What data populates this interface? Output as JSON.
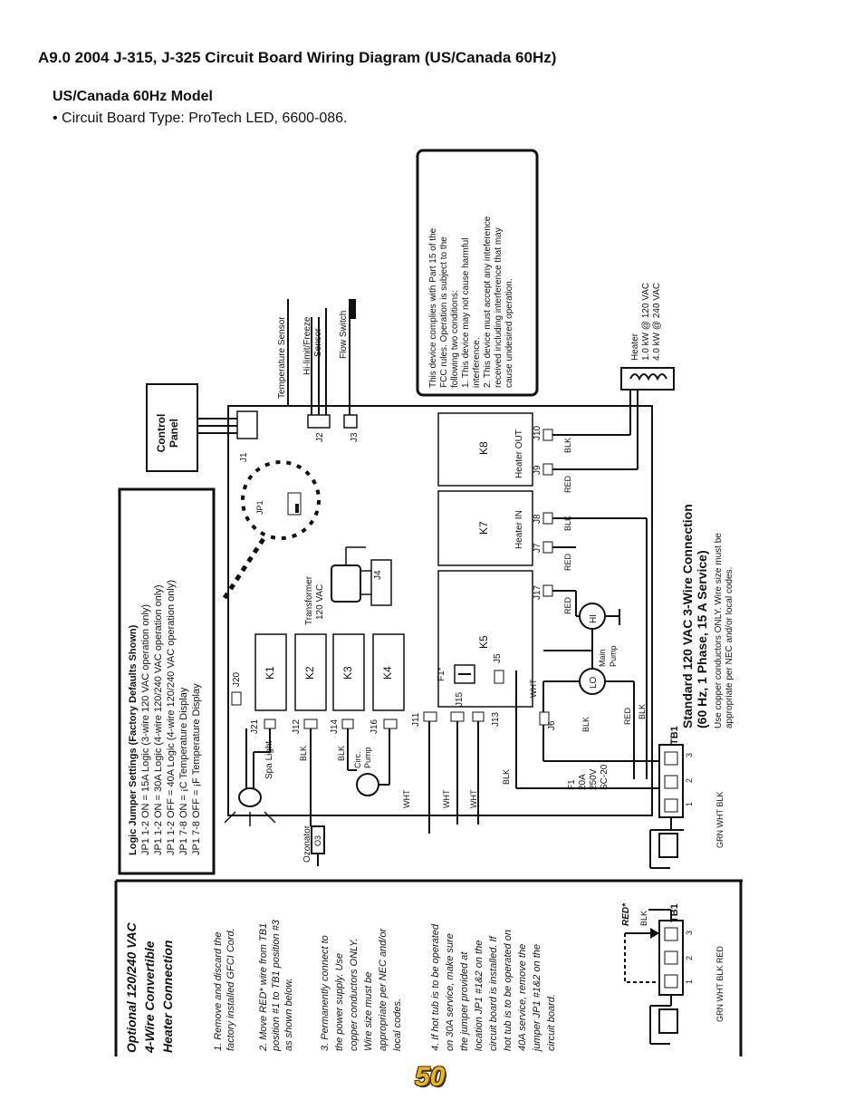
{
  "header": {
    "title": "A9.0 2004 J-315, J-325 Circuit Board Wiring Diagram (US/Canada 60Hz)",
    "model": "US/Canada 60Hz Model",
    "bullet": "•  Circuit Board Type: ProTech LED, 6600-086."
  },
  "fcc": {
    "lines": [
      "This device complies with Part 15 of the",
      "FCC rules.  Operation is subject to the",
      "following two conditions:",
      "1.  This device may not cause harmful",
      "     interference.",
      "2.  This device must accept any inteference",
      "     received including interference that may",
      "     cause undesired operation."
    ]
  },
  "jumper": {
    "title": "Logic Jumper Settings (Factory Defaults Shown)",
    "lines": [
      "JP1 1-2 ON    = 15A Logic (3-wire 120 VAC operation only)",
      "JP1 1-2 ON    = 30A Logic (4-wire 120/240 VAC operation only)",
      "JP1 1-2 OFF  = 40A Logic (4-wire 120/240 VAC operation only)",
      "JP1 7-8 ON    = ¡C Temperature Display",
      "JP1 7-8 OFF  = ¡F Temperature Display"
    ]
  },
  "labels": {
    "control_panel": [
      "Control",
      "Panel"
    ],
    "temp_sensor": "Temperature Sensor",
    "hilimit": [
      "Hi-limit/Freeze",
      "Sensor"
    ],
    "flow_switch": "Flow Switch",
    "heater": [
      "Heater",
      "1.0 kW @ 120 VAC",
      "4.0 kW @ 240 VAC"
    ],
    "transformer": [
      "Transformer",
      "120 VAC"
    ],
    "spa_light": "Spa Light",
    "ozonator": "Ozonator",
    "o3": "O3",
    "circ_pump": [
      "Circ.",
      "Pump"
    ],
    "main_pump": [
      "Main",
      "Pump"
    ],
    "hi": "HI",
    "lo": "LO",
    "fuse": [
      "F1",
      "20A",
      "250V",
      "SC-20"
    ],
    "f1star": "F1*",
    "heater_in": "Heater IN",
    "heater_out": "Heater OUT",
    "tb1": "TB1",
    "tb_numbers": [
      "1",
      "2",
      "3"
    ],
    "tb_bottom": "GRN  WHT  BLK",
    "tb_bottom_opt": "GRN  WHT  BLK  RED",
    "red_star": "RED*"
  },
  "relays": [
    "K1",
    "K2",
    "K3",
    "K4",
    "K5",
    "K7",
    "K8"
  ],
  "connectors": [
    "J1",
    "J2",
    "J3",
    "J4",
    "J5",
    "J6",
    "J7",
    "J8",
    "J9",
    "J10",
    "J11",
    "J12",
    "J13",
    "J14",
    "J15",
    "J16",
    "J17",
    "J20",
    "J21",
    "JP1"
  ],
  "wires": {
    "blk": "BLK",
    "wht": "WHT",
    "red": "RED"
  },
  "standard": {
    "title": "Standard 120 VAC 3-Wire Connection",
    "title2": "(60 Hz, 1 Phase, 15 A Service)",
    "note1": "Use copper conductors ONLY. Wire size must be",
    "note2": "appropriate per NEC and/or local codes."
  },
  "optional": {
    "title": [
      "Optional 120/240 VAC",
      "4-Wire Convertible",
      "Heater Connection"
    ],
    "steps": [
      "1.  Remove and discard the",
      "factory installed GFCI Cord.",
      "2.  Move RED* wire from TB1",
      "position #1 to TB1 position #3",
      "as shown below.",
      "3.  Permanently connect to",
      "the power supply.  Use",
      "copper conductors ONLY.",
      "Wire size must be",
      "appropriate per NEC and/or",
      "local codes.",
      "4.  If hot tub is to be operated",
      "on 30A service, make sure",
      "the jumper provided at",
      "location JP1 #1&2 on the",
      "circuit board is installed.  If",
      "hot tub is to be operated on",
      "40A service, remove the",
      "jumper JP1 #1&2 on the",
      "circuit board."
    ]
  },
  "page_number": "50"
}
